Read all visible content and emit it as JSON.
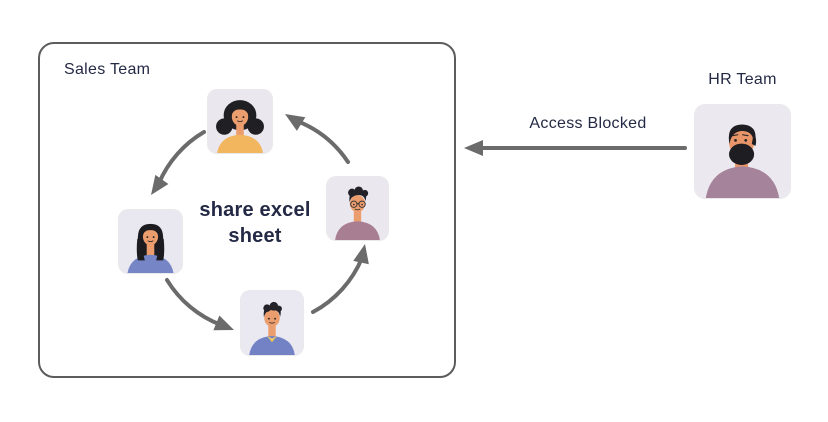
{
  "sales_team": {
    "label": "Sales Team",
    "center_text": [
      "share excel",
      "sheet"
    ],
    "members": [
      {
        "id": "member-top",
        "icon": "woman-wavy-hair-avatar",
        "variant": "woman-wavy",
        "colors": {
          "bg": "#eae7ef",
          "hair": "#201f23",
          "skin": "#ec9d6e",
          "shirt": "#f2b65e"
        }
      },
      {
        "id": "member-left",
        "icon": "woman-long-hair-avatar",
        "variant": "woman-long",
        "colors": {
          "bg": "#e9e7ef",
          "hair": "#1c1b20",
          "skin": "#ec9d6e",
          "shirt": "#7585c5"
        }
      },
      {
        "id": "member-bottom",
        "icon": "man-collar-avatar",
        "variant": "man-collar",
        "colors": {
          "bg": "#eae8f0",
          "hair": "#232228",
          "skin": "#ec9d6e",
          "shirt": "#7282c4",
          "accent": "#f0c95c"
        }
      },
      {
        "id": "member-right",
        "icon": "man-glasses-avatar",
        "variant": "man-glasses",
        "colors": {
          "bg": "#eae7ef",
          "hair": "#232228",
          "skin": "#ec9d6e",
          "shirt": "#a87e93"
        }
      }
    ]
  },
  "hr_team": {
    "label": "HR Team",
    "member": {
      "id": "hr-member",
      "icon": "man-beard-avatar",
      "variant": "man-beard",
      "colors": {
        "bg": "#ebe9ef",
        "hair": "#1e1d22",
        "skin": "#e8956a",
        "shirt": "#a5839a"
      }
    }
  },
  "access_arrow": {
    "label": "Access Blocked",
    "direction": "right-to-left"
  },
  "cycle": {
    "flow": [
      "top",
      "left",
      "bottom",
      "right"
    ],
    "direction": "counterclockwise"
  },
  "style": {
    "arrow_color": "#6b6b6b",
    "text_color": "#242a45",
    "box_border_color": "#5c5c5e",
    "background": "#ffffff"
  }
}
